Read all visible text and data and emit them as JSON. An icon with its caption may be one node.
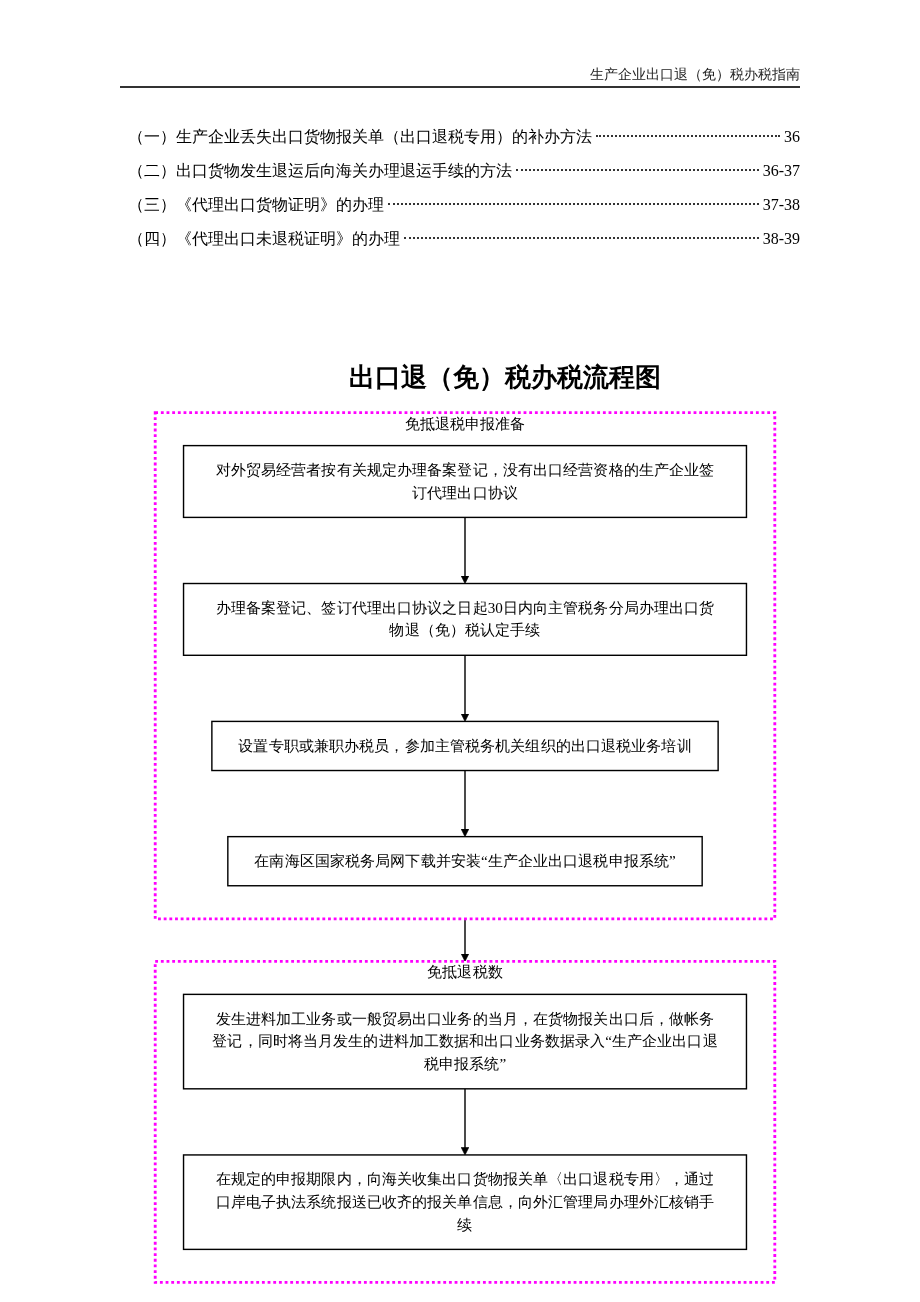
{
  "diagram": {
    "title": "出口退（免）税办税流程图",
    "nodes": [
      {
        "text": [
          "免抵退税申报准备"
        ]
      },
      {
        "text": [
          "对外贸易经营者按有关规定办理备案登记，没有出口经营资格的生产企业签订代理出口协议"
        ],
        "in": 0
      },
      {
        "text": [
          "办理备案登记、签订代理出口协议之日起30日内向主管税务分局办理出口货物退（免）税认定手续"
        ],
        "in": 0
      },
      {
        "text": [
          "设置专职或兼职办税员，参加主管税务机关组织的出口退税业务培训"
        ],
        "in": 0
      },
      {
        "text": [
          "在南海区国家税务局网下载并安装“生产企业出口退税申报系统”"
        ],
        "in": 0
      },
      {
        "text": [
          "免抵退税数"
        ]
      },
      {
        "text": [
          "发生进料加工业务或一般贸易出口业务的当月，在货物报关出口后，做帐务登记，同时将当月发生的进料加工数据和出口业务数据录入“生产企业出口退税申报系统”"
        ],
        "in": 5
      },
      {
        "text": [
          "在规定的申报期限内，向海关收集出口货物报关单〈出口退税专用〉，通过口岸电子执法系统报送已收齐的报关单信息，向外汇管理局办理外汇核销手续"
        ],
        "in": 5
      }
    ],
    "edges": [
      {
        "from": 1,
        "to": 2,
        "arrow": "to"
      },
      {
        "from": 2,
        "to": 3,
        "arrow": "to"
      },
      {
        "from": 3,
        "to": 4,
        "arrow": "to"
      },
      {
        "from": 0,
        "to": 5,
        "arrow": "to"
      },
      {
        "from": 6,
        "to": 7,
        "arrow": "to"
      }
    ],
    "labels": [
      "生产企业出口退（免）税办税指南",
      "（一）生产企业丢失出口货物报关单（出口退税专用）的补办方法",
      "36",
      "（二）出口货物发生退运后向海关办理退运手续的方法",
      "36-37",
      "（三）《代理出口货物证明》的办理",
      "37-38",
      "（四）《代理出口未退税证明》的办理",
      "38-39"
    ]
  }
}
